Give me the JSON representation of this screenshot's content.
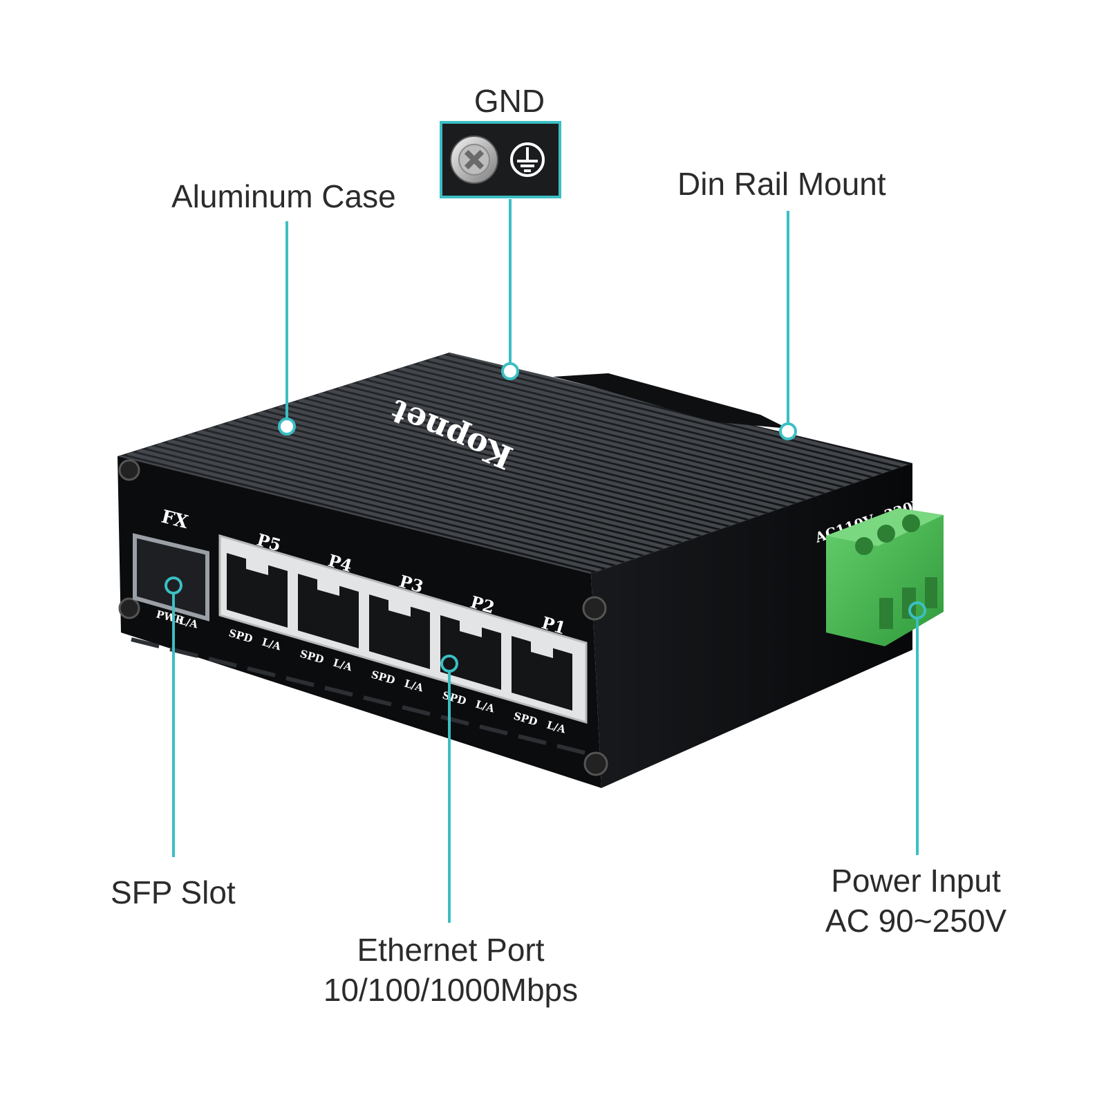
{
  "callouts": {
    "gnd": "GND",
    "aluminum_case": "Aluminum Case",
    "din_rail_mount": "Din Rail Mount",
    "sfp_slot": "SFP Slot",
    "ethernet_port": {
      "line1": "Ethernet Port",
      "line2": "10/100/1000Mbps"
    },
    "power_input": {
      "line1": "Power Input",
      "line2": "AC 90~250V"
    }
  },
  "device": {
    "brand": "Kopnet",
    "sfp_label": "FX",
    "sfp_led_labels": [
      "PWR",
      "L/A"
    ],
    "ports": [
      "P5",
      "P4",
      "P3",
      "P2",
      "P1"
    ],
    "port_led_labels": [
      "SPD",
      "L/A"
    ],
    "power_rating": "AC110V~220V"
  },
  "colors": {
    "callout_line": "#3bbfc4",
    "case": "#151719",
    "terminal_block": "#4fb957",
    "text": "#2b2b2b"
  },
  "icons": [
    "ground-screw-icon",
    "ground-symbol-icon"
  ]
}
